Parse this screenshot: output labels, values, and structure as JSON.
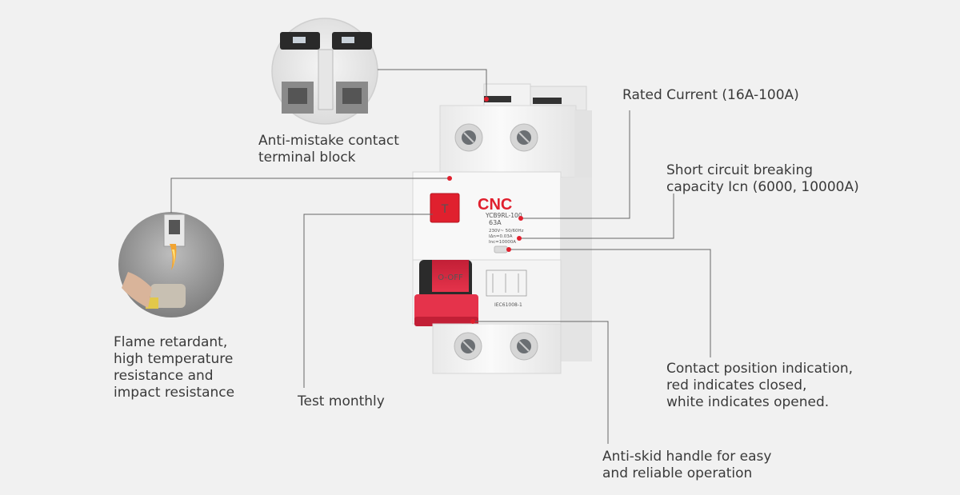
{
  "labels": {
    "anti_mistake": [
      "Anti-mistake contact",
      "terminal block"
    ],
    "rated_current": [
      "Rated Current (16A-100A)"
    ],
    "short_circuit": [
      "Short circuit breaking",
      "capacity Icn (6000, 10000A)"
    ],
    "flame": [
      "Flame retardant,",
      "high temperature",
      "resistance and",
      "impact resistance"
    ],
    "test_monthly": [
      "Test monthly"
    ],
    "contact_position": [
      "Contact position indication,",
      "red indicates closed,",
      "white indicates opened."
    ],
    "anti_skid": [
      "Anti-skid handle for easy",
      "and reliable operation"
    ]
  },
  "device": {
    "brand": "CNC",
    "model": "YCB9RL-100",
    "rating": "63A",
    "spec_lines": [
      "230V~  50/60Hz",
      "IΔn=0.03A",
      "Inc=10000A"
    ],
    "handle_text": "O-OFF",
    "test_button_text": "T",
    "standard": "IEC61008-1"
  },
  "colors": {
    "accent": "#e0202e",
    "handle": "#e5334b",
    "background": "#f1f1f1",
    "body": "#f7f7f7"
  }
}
